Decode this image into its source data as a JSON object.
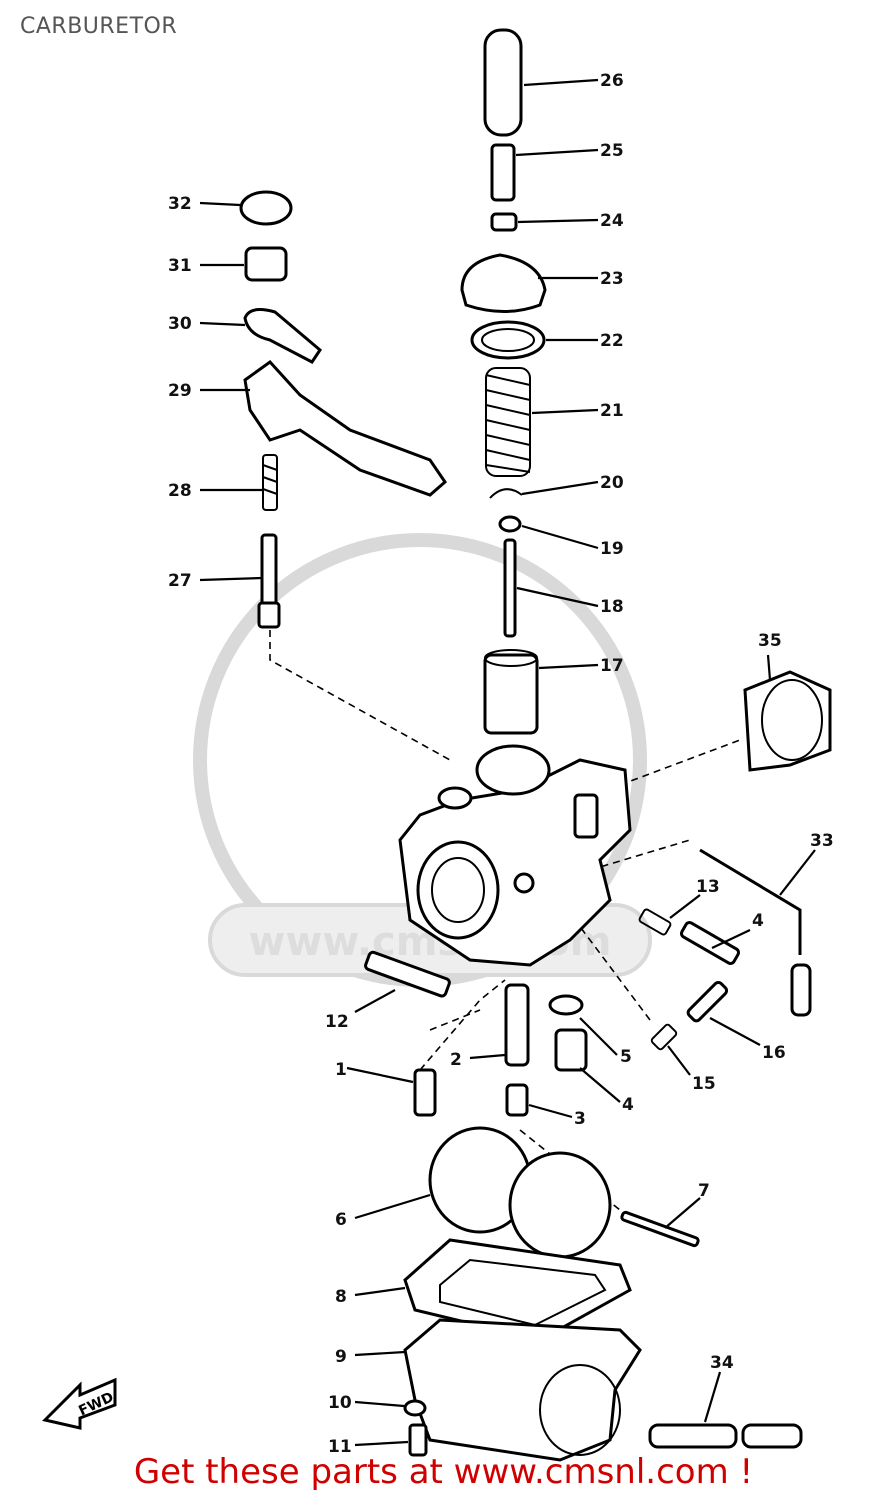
{
  "title": "CARBURETOR",
  "footer": "Get these parts at www.cmsnl.com !",
  "watermark": "www.cmsnl.com",
  "fwd_label": "FWD",
  "colors": {
    "footer": "#d00000",
    "title": "#555555",
    "watermark": "#d9d9d9"
  },
  "callouts": [
    "1",
    "2",
    "3",
    "4",
    "4",
    "5",
    "6",
    "7",
    "8",
    "9",
    "10",
    "11",
    "12",
    "13",
    "15",
    "16",
    "17",
    "18",
    "19",
    "20",
    "21",
    "22",
    "23",
    "24",
    "25",
    "26",
    "27",
    "28",
    "29",
    "30",
    "31",
    "32",
    "33",
    "34",
    "35"
  ]
}
